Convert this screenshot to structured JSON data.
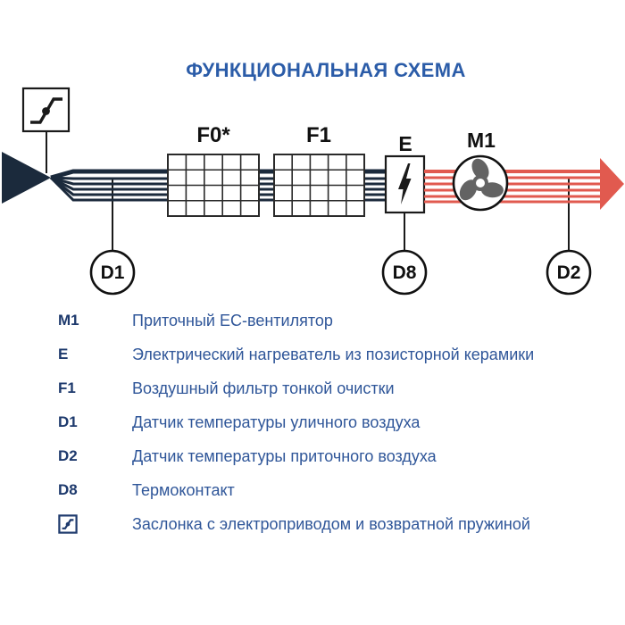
{
  "title": "ФУНКЦИОНАЛЬНАЯ СХЕМА",
  "diagram": {
    "labels": {
      "filter0": "F0*",
      "filter1": "F1",
      "heater": "E",
      "fan": "M1",
      "sensor_outdoor": "D1",
      "sensor_thermo": "D8",
      "sensor_supply": "D2"
    },
    "colors": {
      "intake_air": "#1b2a3c",
      "supply_air": "#e15a4f",
      "fan_blades": "#636363",
      "outline": "#1a1a1a",
      "title_blue": "#2b5ca8",
      "legend_key_blue": "#1e3a6d",
      "legend_text_blue": "#2f5699"
    }
  },
  "legend": {
    "items": [
      {
        "key": "M1",
        "text": "Приточный EC-вентилятор"
      },
      {
        "key": "E",
        "text": "Электрический нагреватель из позисторной керамики"
      },
      {
        "key": "F1",
        "text": "Воздушный фильтр тонкой очистки"
      },
      {
        "key": "D1",
        "text": "Датчик температуры уличного воздуха"
      },
      {
        "key": "D2",
        "text": "Датчик температуры приточного воздуха"
      },
      {
        "key": "D8",
        "text": "Термоконтакт"
      },
      {
        "key": "",
        "icon": "damper-icon",
        "text": "Заслонка с электроприводом и возвратной пружиной"
      }
    ]
  }
}
